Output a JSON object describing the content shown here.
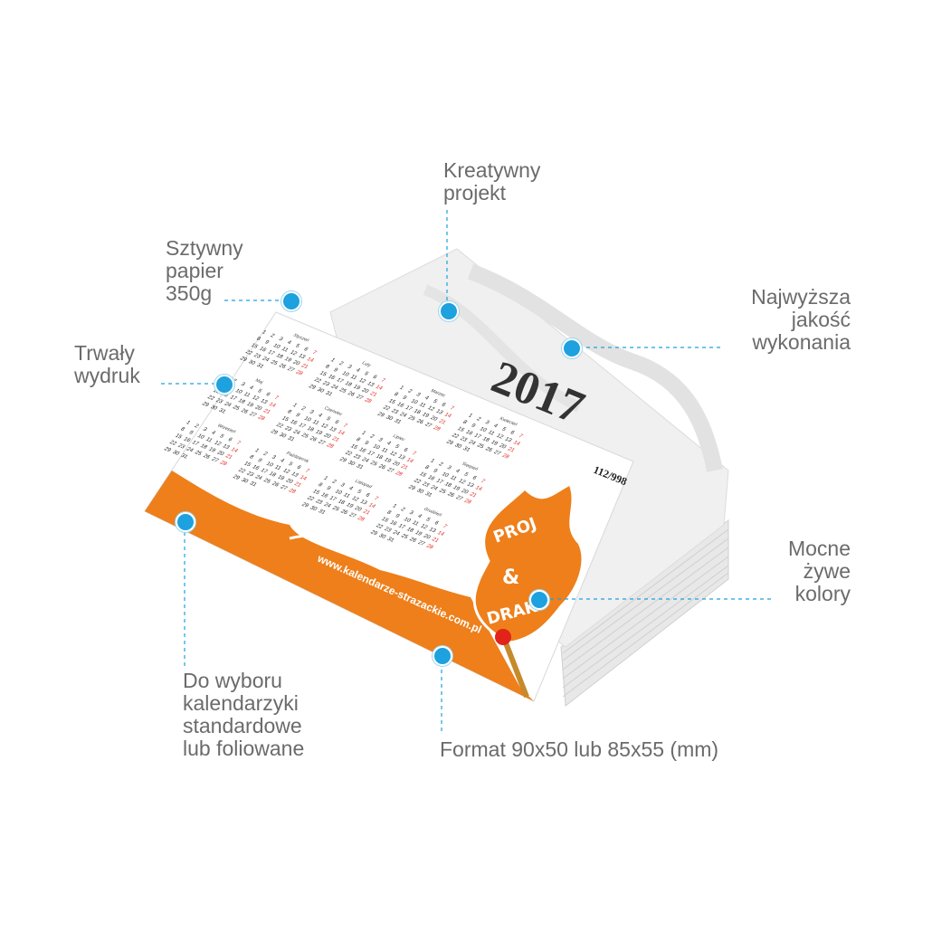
{
  "callouts": {
    "creative": "Kreatywny\nprojekt",
    "paper": "Sztywny\npapier\n350g",
    "quality": "Najwyższa\njakość\nwykonania",
    "print": "Trwały\nwydruk",
    "colors": "Mocne\nżywe\nkolory",
    "choice": "Do wyboru\nkalendarzyki\nstandardowe\nlub foliowane",
    "format": "Format 90x50 lub 85x55 (mm)"
  },
  "card": {
    "back_title": "Jeszcze\nCiekawsze\nProjekty",
    "year": "2017",
    "number": "112/998",
    "url": "www.kalendarze-strazackie.com.pl",
    "logo_text": "PROJEKTY & DRAK",
    "months": [
      "Styczeń",
      "Luty",
      "Marzec",
      "Kwiecień",
      "Maj",
      "Czerwiec",
      "Lipiec",
      "Sierpień",
      "Wrzesień",
      "Październik",
      "Listopad",
      "Grudzień"
    ]
  },
  "colors": {
    "accent": "#1da1df",
    "orange": "#ee7f1a",
    "text": "#6b6b6b",
    "sunday": "#e2231a"
  }
}
